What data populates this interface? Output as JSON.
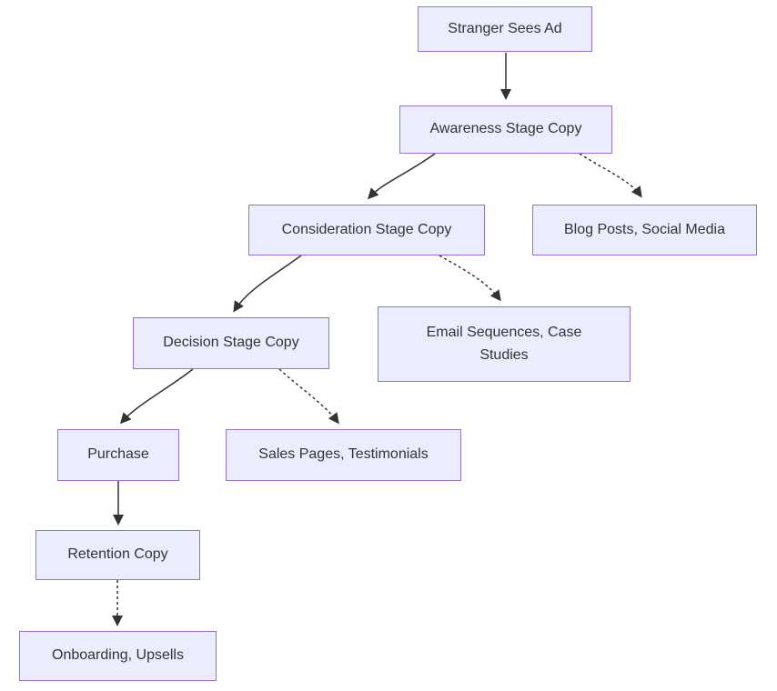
{
  "diagram": {
    "type": "flowchart",
    "direction": "top-down",
    "colors": {
      "node_fill": "#ECECFF",
      "node_border": "#9370DB",
      "text": "#333333",
      "edge": "#333333",
      "background": "#ffffff"
    },
    "nodes": [
      {
        "id": "A",
        "label": "Stranger Sees Ad"
      },
      {
        "id": "B",
        "label": "Awareness Stage Copy"
      },
      {
        "id": "C",
        "label": "Consideration Stage Copy"
      },
      {
        "id": "D",
        "label": "Blog Posts, Social Media"
      },
      {
        "id": "E",
        "label": "Decision Stage Copy"
      },
      {
        "id": "F",
        "label": "Email Sequences, Case Studies"
      },
      {
        "id": "G",
        "label": "Purchase"
      },
      {
        "id": "H",
        "label": "Sales Pages, Testimonials"
      },
      {
        "id": "I",
        "label": "Retention Copy"
      },
      {
        "id": "J",
        "label": "Onboarding, Upsells"
      }
    ],
    "edges": [
      {
        "from": "Stranger Sees Ad",
        "to": "Awareness Stage Copy",
        "style": "solid"
      },
      {
        "from": "Awareness Stage Copy",
        "to": "Consideration Stage Copy",
        "style": "solid"
      },
      {
        "from": "Awareness Stage Copy",
        "to": "Blog Posts, Social Media",
        "style": "dotted"
      },
      {
        "from": "Consideration Stage Copy",
        "to": "Decision Stage Copy",
        "style": "solid"
      },
      {
        "from": "Consideration Stage Copy",
        "to": "Email Sequences, Case Studies",
        "style": "dotted"
      },
      {
        "from": "Decision Stage Copy",
        "to": "Purchase",
        "style": "solid"
      },
      {
        "from": "Decision Stage Copy",
        "to": "Sales Pages, Testimonials",
        "style": "dotted"
      },
      {
        "from": "Purchase",
        "to": "Retention Copy",
        "style": "solid"
      },
      {
        "from": "Retention Copy",
        "to": "Onboarding, Upsells",
        "style": "dotted"
      }
    ]
  }
}
